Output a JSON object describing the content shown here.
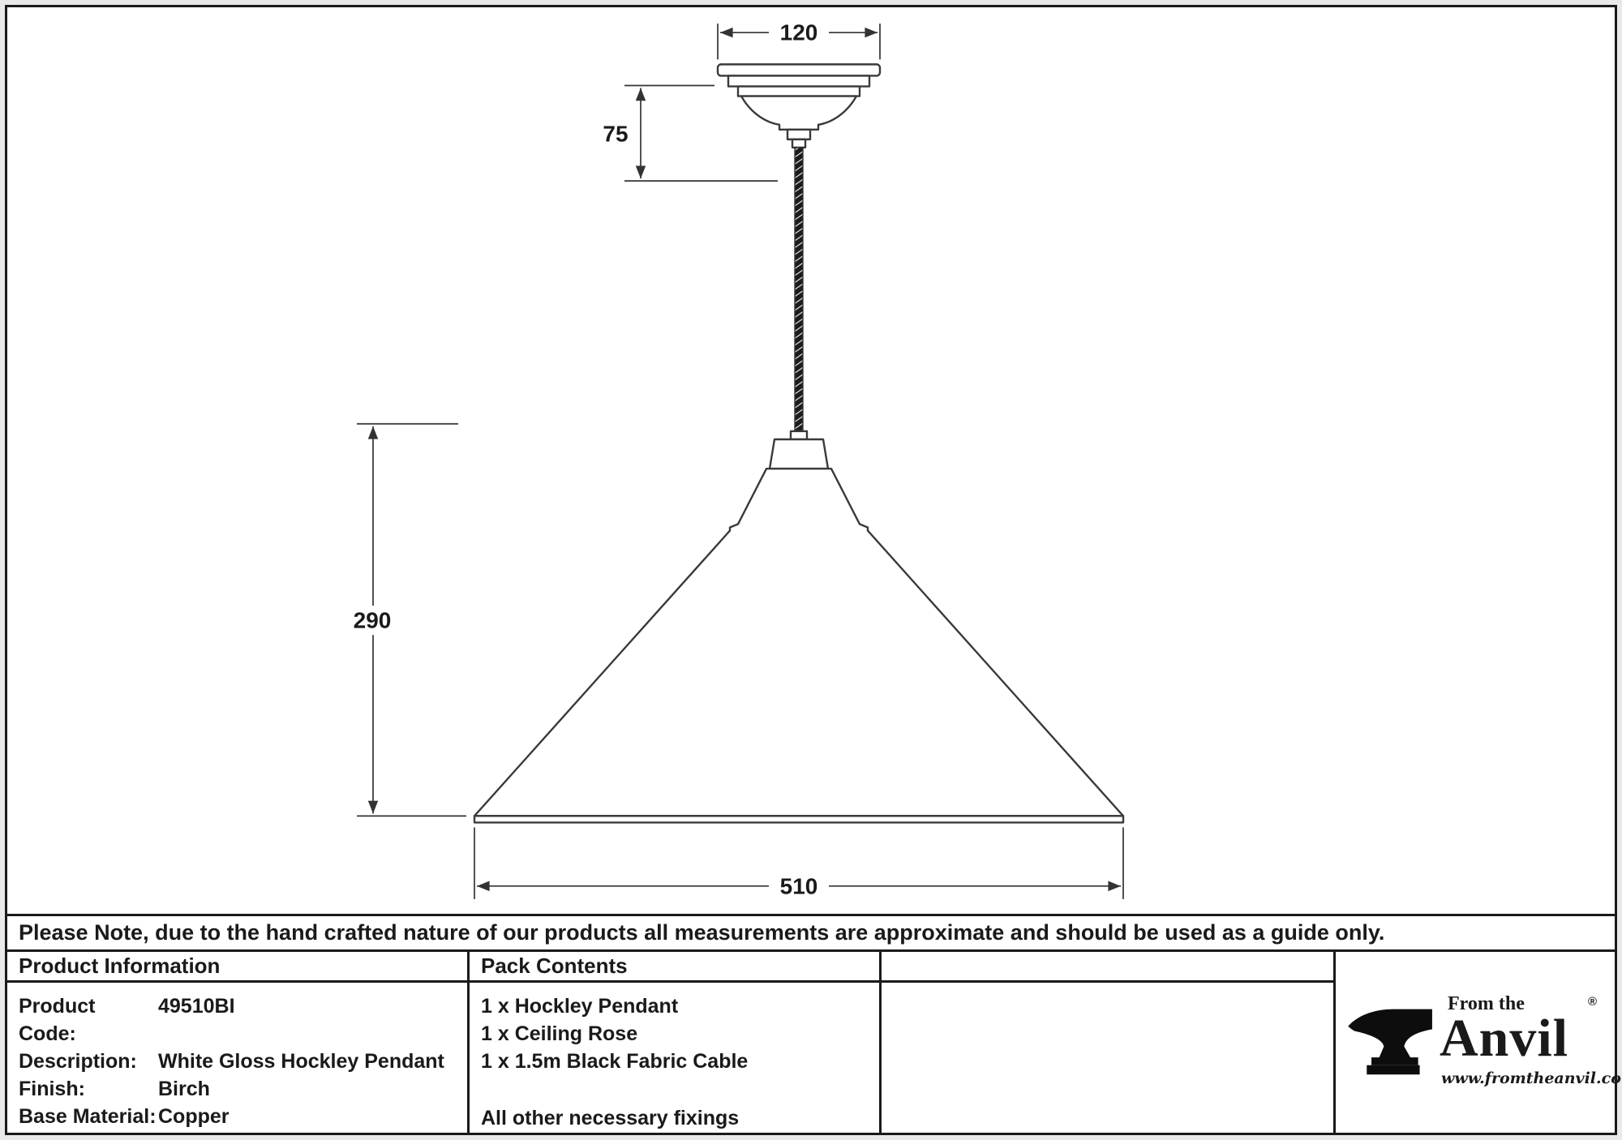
{
  "drawing": {
    "dim_width_top": "120",
    "dim_rose_height": "75",
    "dim_shade_height": "290",
    "dim_shade_width": "510"
  },
  "note": "Please Note, due to the hand crafted nature of our products all measurements are approximate and should be used as a guide only.",
  "product_info": {
    "header": "Product Information",
    "rows": [
      {
        "label": "Product Code:",
        "value": "49510BI"
      },
      {
        "label": "Description:",
        "value": "White Gloss Hockley Pendant"
      },
      {
        "label": "Finish:",
        "value": "Birch"
      },
      {
        "label": "Base Material:",
        "value": "Copper"
      }
    ]
  },
  "pack_contents": {
    "header": "Pack Contents",
    "items": [
      "1 x Hockley Pendant",
      "1 x Ceiling Rose",
      "1 x 1.5m Black Fabric Cable"
    ],
    "footer": "All other necessary fixings"
  },
  "logo": {
    "top_text": "From the",
    "name": "Anvil",
    "registered": "®",
    "website": "www.fromtheanvil.co.uk"
  },
  "colors": {
    "line": "#3a3a3a",
    "cable_dark": "#1c1c1c",
    "border": "#1a1a1a"
  }
}
